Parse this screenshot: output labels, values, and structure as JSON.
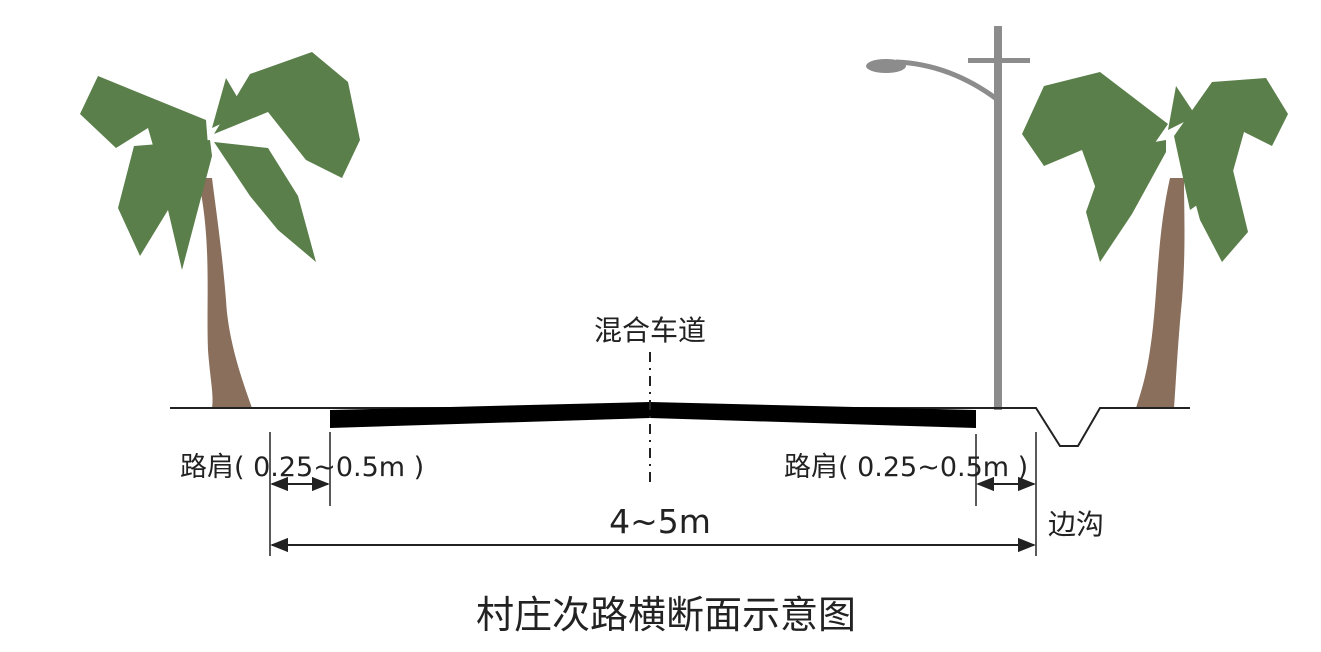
{
  "labels": {
    "lane": "混合车道",
    "shoulder_left": "路肩( 0.25~0.5m )",
    "shoulder_right": "路肩( 0.25~0.5m )",
    "width": "4~5m",
    "ditch": "边沟",
    "caption": "村庄次路横断面示意图"
  },
  "colors": {
    "foliage": "#5a7f4a",
    "trunk": "#8a6f5c",
    "pavement": "#000000",
    "pole": "#8c8c8c",
    "line": "#222222"
  }
}
